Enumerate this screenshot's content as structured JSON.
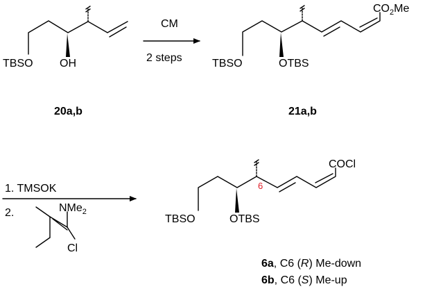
{
  "step1": {
    "reagent_top": "CM",
    "reagent_bottom": "2 steps"
  },
  "compound_20": {
    "label": "20a,b",
    "tbso": "TBSO",
    "oh": "OH"
  },
  "compound_21": {
    "label": "21a,b",
    "tbso": "TBSO",
    "otbs": "OTBS",
    "ester_co": "CO",
    "ester_sub": "2",
    "ester_me": "Me"
  },
  "step2": {
    "reagent_1": "1. TMSOK",
    "reagent_2": "2.",
    "nme": "NMe",
    "nme_sub": "2",
    "cl": "Cl"
  },
  "compound_6": {
    "tbso": "TBSO",
    "otbs": "OTBS",
    "cocl": "COCl",
    "c6_label": "6",
    "caption_a_id": "6a",
    "caption_a_text": ", C6 (",
    "caption_a_config": "R",
    "caption_a_end": ") Me-down",
    "caption_b_id": "6b",
    "caption_b_text": ", C6 (",
    "caption_b_config": "S",
    "caption_b_end": ") Me-up"
  }
}
